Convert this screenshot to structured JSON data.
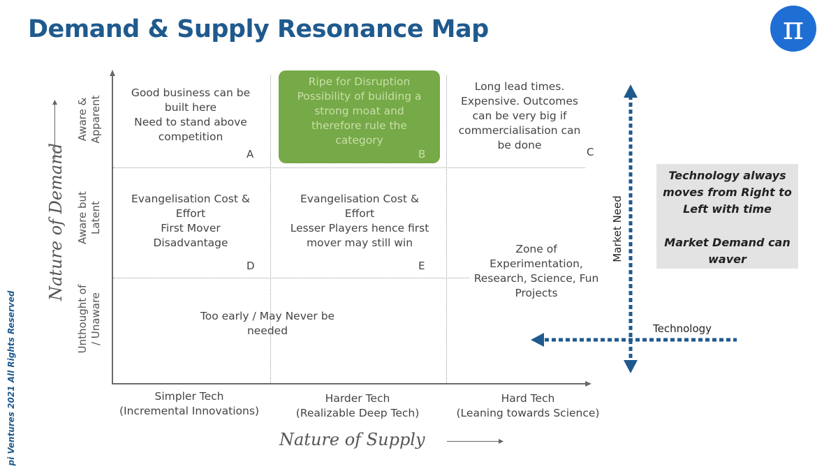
{
  "header": {
    "title": "Demand & Supply Resonance Map",
    "logo_symbol": "π"
  },
  "demand_axis": {
    "title": "Nature of Demand",
    "rows": [
      {
        "label_line1": "Aware &",
        "label_line2": "Apparent"
      },
      {
        "label_line1": "Aware but",
        "label_line2": "Latent"
      },
      {
        "label_line1": "Unthought of",
        "label_line2": "/ Unaware"
      }
    ]
  },
  "supply_axis": {
    "title": "Nature of Supply",
    "columns": [
      {
        "line1": "Simpler Tech",
        "line2": "(Incremental Innovations)"
      },
      {
        "line1": "Harder Tech",
        "line2": "(Realizable Deep Tech)"
      },
      {
        "line1": "Hard Tech",
        "line2": "(Leaning towards Science)"
      }
    ]
  },
  "cells": {
    "A": {
      "lines": [
        "Good business can be",
        "built here",
        "Need to stand above",
        "competition"
      ],
      "letter": "A"
    },
    "B": {
      "lines": [
        "Ripe for Disruption",
        "Possibility of building a",
        "strong moat and",
        "therefore rule the",
        "category"
      ],
      "letter": "B"
    },
    "C": {
      "lines": [
        "Long lead times.",
        "Expensive. Outcomes",
        "can be very big if",
        "commercialisation can",
        "be done"
      ],
      "letter": "C"
    },
    "D": {
      "lines": [
        "Evangelisation Cost &",
        "Effort",
        "First Mover",
        "Disadvantage"
      ],
      "letter": "D"
    },
    "E": {
      "lines": [
        "Evangelisation Cost &",
        "Effort",
        "Lesser Players hence first",
        "mover may still win"
      ],
      "letter": "E"
    },
    "zone": {
      "lines": [
        "Zone of",
        "Experimentation,",
        "Research, Science, Fun",
        "Projects"
      ]
    },
    "early": {
      "lines": [
        "Too early / May Never be",
        "needed"
      ]
    }
  },
  "arrows": {
    "vertical_label": "Market Need",
    "horizontal_label": "Technology",
    "color": "#1f5a8e"
  },
  "note": {
    "line1": "Technology always",
    "line2": "moves from Right to",
    "line3": "Left with time",
    "line4": "Market Demand can",
    "line5": "waver"
  },
  "footer": {
    "text": "pi Ventures 2021 All Rights Reserved"
  },
  "colors": {
    "title": "#1f5a8e",
    "highlight": "#76a947",
    "logo": "#1f6ed4",
    "note_bg": "#e3e3e3"
  }
}
